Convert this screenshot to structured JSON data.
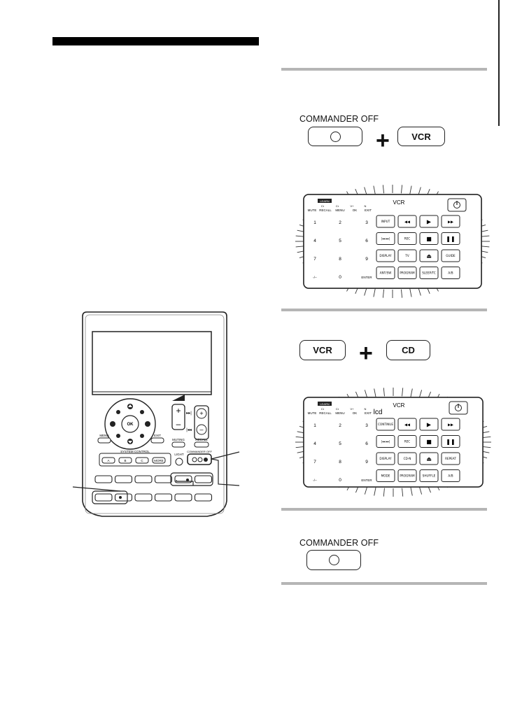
{
  "page": {
    "tab_marker": ""
  },
  "step1": {
    "button_label": "COMMANDER OFF",
    "plus_symbol": "+",
    "second_key": "VCR",
    "display": {
      "device": "VCR",
      "top_labels": [
        "MUTE",
        "RECALL",
        "MENU",
        "OK",
        "EXIT"
      ],
      "top_small": [
        "Cr",
        "Cr",
        "V+",
        "N"
      ],
      "learn_tag": "LEARN",
      "number_keys": [
        "1",
        "2",
        "3",
        "4",
        "5",
        "6",
        "7",
        "8",
        "9",
        "-/--",
        "0",
        "ENTER"
      ],
      "function_keys": [
        "INPUT",
        "◂◂",
        "▶",
        "▸▸",
        "|◂◂ ▸▸|",
        "REC",
        "■",
        "❚❚",
        "DISPLAY",
        "TV",
        "⏏",
        "GUIDE",
        "ANT/SW",
        "PROGRAM",
        "SLEEP/TC",
        "A/B"
      ]
    }
  },
  "step2": {
    "first_key": "VCR",
    "plus_symbol": "+",
    "second_key": "CD",
    "display": {
      "device": "VCR",
      "device_overlay": "lcd",
      "top_labels": [
        "MUTE",
        "RECALL",
        "MENU",
        "OK",
        "EXIT"
      ],
      "top_small": [
        "Cr",
        "Cr",
        "V+",
        "N"
      ],
      "learn_tag": "LEARN",
      "number_keys": [
        "1",
        "2",
        "3",
        "4",
        "5",
        "6",
        "7",
        "8",
        "9",
        "-/--",
        "0",
        "ENTER"
      ],
      "function_keys": [
        "CONTINUE",
        "◂◂",
        "▶",
        "▸▸",
        "|◂◂ ▸▸|",
        "REC",
        "■",
        "❚❚",
        "DISPLAY",
        "CD‑N",
        "⏏",
        "REPEAT",
        "MODE",
        "PROGRAM",
        "SHUFFLE",
        "A/B"
      ]
    }
  },
  "step3": {
    "button_label": "COMMANDER OFF"
  },
  "remote": {
    "ok_label": "OK",
    "menu_label": "MENU",
    "exit_label": "EXIT",
    "muting_label": "MUTING",
    "recall_label": "RECALL",
    "system_control_label": "SYSTEM CONTROL",
    "system_keys": [
      "A",
      "B",
      "C",
      "MORE"
    ],
    "light_label": "LIGHT",
    "commander_off_label": "COMMANDER OFF"
  },
  "colors": {
    "rule": "#b5b5b5",
    "ink": "#111111",
    "lcd_bg": "#ffffff"
  }
}
